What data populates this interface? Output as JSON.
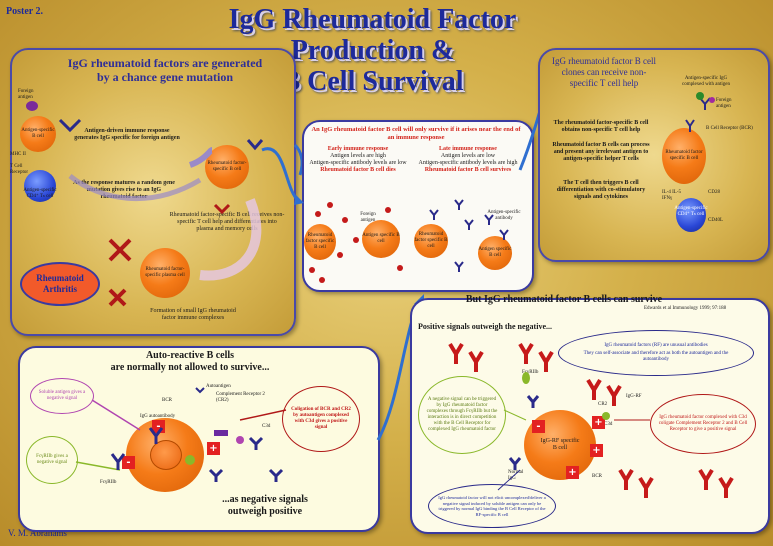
{
  "poster_label": "Poster 2.",
  "title_line1": "IgG Rheumatoid Factor",
  "title_line2": "Production &",
  "title_line3": "B Cell Survival",
  "author": "V. M. Abrahams",
  "left_panel": {
    "heading": "IgG rheumatoid factors are generated by a chance gene mutation",
    "foreign_antigen": "Foreign antigen",
    "antigen_specific_b": "Antigen-specific B cell",
    "mhc": "MHC II",
    "tcr": "T Cell Receptor",
    "cd4": "Antigen-specific CD4⁺ Tₕ cell",
    "response_text": "Antigen-driven immune response generates IgG specific for foreign antigen",
    "mutation_text": "As the response matures a random gene mutation gives rise to an IgG rheumatoid factor",
    "rf_b_cell": "Rheumatoid factor-specific B cell",
    "help_text": "Rheumatoid factor-specific B cell receives non-specific T cell help and differentiates into plasma and memory cells",
    "plasma_cell": "Rheumatoid factor-specific plasma cell",
    "complexes": "Formation of small IgG rheumatoid factor immune complexes",
    "ra": "Rheumatoid Arthritis"
  },
  "middle_panel": {
    "headline": "An IgG rheumatoid factor B cell will only survive if it arises near the end of an immune response",
    "early_title": "Early immune response",
    "early_line1": "Antigen levels are high",
    "early_line2": "Antigen-specific antibody levels are low",
    "early_result": "Rheumatoid factor B cell dies",
    "late_title": "Late immune response",
    "late_line1": "Antigen levels are low",
    "late_line2": "Antigen-specific antibody levels are high",
    "late_result": "Rheumatoid factor B cell survives",
    "foreign_antigen": "Foreign antigen",
    "rf_b_cell_1": "Rheumatoid factor specific B cell",
    "antigen_specific_b_1": "Antigen specific B cell",
    "antigen_specific_antibody": "Antigen-specific antibody",
    "rf_b_cell_2": "Rheumatoid factor specific B cell",
    "antigen_specific_b_2": "Antigen specific B cell"
  },
  "right_panel": {
    "heading": "IgG rheumatoid factor B cell clones can receive non-specific T cell help",
    "complex_label": "Antigen-specific IgG complexed with antigen",
    "foreign_antigen": "Foreign antigen",
    "bcr": "B Cell Receptor (BCR)",
    "rf_b_cell": "Rheumatoid factor specific B cell",
    "cytokines": "IL-4 IL-5 IFNγ",
    "cd4_cell": "Antigen-specific CD4⁺ Tₕ cell",
    "cd28": "CD28",
    "cd40l": "CD40L",
    "text1": "The rheumatoid factor-specific B cell obtains non-specific T cell help",
    "text2": "Rheumatoid factor B cells can process and present any irrelevant antigen to antigen-specific helper T cells",
    "text3": "The T cell then triggers B cell differentiation with co-stimulatory signals and cytokines"
  },
  "bottom_left": {
    "heading1": "Auto-reactive B cells",
    "heading2": "are normally not allowed to survive...",
    "soluble": "Soluble antigen gives a negative signal",
    "fcgr": "FcγRIIb gives a negative signal",
    "autoantigen": "Autoantigen",
    "bcr": "BCR",
    "cr2": "Complement Receptor 2 (CR2)",
    "igg_auto": "IgG autoantibody",
    "fcgr_label": "FcγRIIb",
    "c3d": "C3d",
    "coligation": "Coligation of BCR and CR2 by autoantigen complexed with C3d gives a positive signal",
    "footer1": "...as negative signals",
    "footer2": "outweigh positive"
  },
  "bottom_right": {
    "heading": "But IgG rheumatoid factor B cells can survive",
    "citation": "Edwards et al Immunology 1999; 97:188",
    "positive": "Positive signals outweigh the negative...",
    "info1": "IgG rheumatoid factors (RF) are unusual antibodies",
    "info2": "They can self-associate and therefore act as both the autoantigen and the autoantibody",
    "neg_signal": "A negative signal can be triggered by IgG rheumatoid factor complexes through FcγRIIb but the interaction is in direct competition with the B Cell Receptor for complexed IgG rheumatoid factor",
    "fcgr": "FcγRIIb",
    "igg_rf": "IgG-RF",
    "cr2": "CR2",
    "c3d": "C3d",
    "cell": "IgG-RF specific B cell",
    "bcr": "BCR",
    "normal_igg": "Normal IgG",
    "complex_note": "IgG rheumatoid factor complexed with C3d coligate Complement Receptor 2 and B Cell Receptor to give a positive signal",
    "monomer_note": "IgG rheumatoid factor will not elicit uncomplexed/deliver a negative signal induced by soluble antigen can only be triggered by normal IgG binding the B Cell Receptor of the RF-specific B cell"
  }
}
